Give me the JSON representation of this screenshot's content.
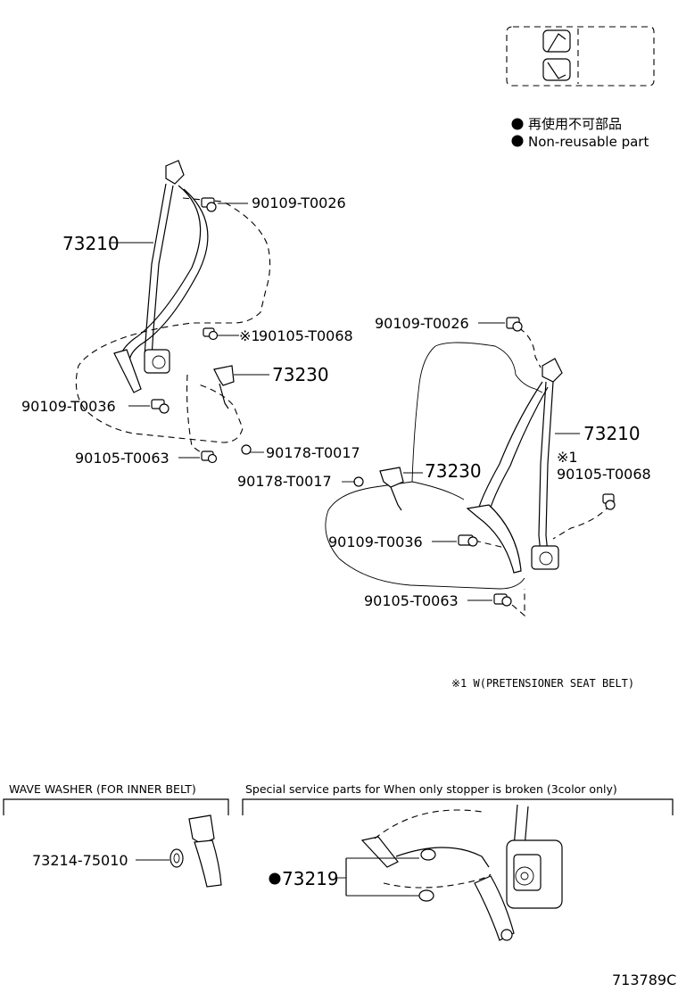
{
  "legend": {
    "line1": "再使用不可部品",
    "line2": "Non-reusable part"
  },
  "left_assembly": {
    "bolt_top": "90109-T0026",
    "belt": "73210",
    "pretensioner_mark": "※1",
    "bolt_retractor": "90105-T0068",
    "buckle": "73230",
    "bolt_lower": "90109-T0036",
    "nut": "90178-T0017",
    "bolt_anchor": "90105-T0063"
  },
  "right_assembly": {
    "bolt_top": "90109-T0026",
    "belt": "73210",
    "pretensioner_mark": "※1",
    "bolt_retractor": "90105-T0068",
    "buckle": "73230",
    "nut": "90178-T0017",
    "bolt_lower": "90109-T0036",
    "bolt_anchor": "90105-T0063"
  },
  "footnote": "※1 W(PRETENSIONER SEAT BELT)",
  "wave_washer": {
    "header": "WAVE WASHER (FOR INNER BELT)",
    "part": "73214-75010"
  },
  "special_parts": {
    "header": "Special service parts for When only stopper is broken (3color only)",
    "part": "73219"
  },
  "diagram_id": "713789C"
}
